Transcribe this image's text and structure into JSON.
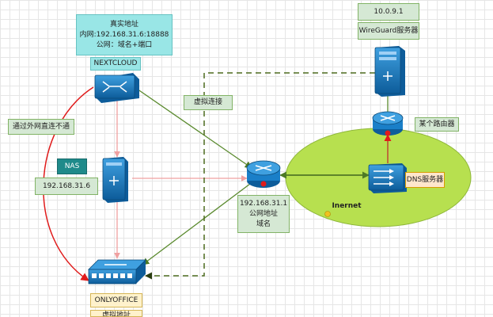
{
  "nodes": {
    "real_address": {
      "lines": [
        "真实地址",
        "内网:192.168.31.6:18888",
        "公网：域名+端口"
      ]
    },
    "nextcloud": {
      "label": "NEXTCLOUD"
    },
    "nas": {
      "label": "NAS"
    },
    "nas_ip": {
      "label": "192.168.31.6"
    },
    "router_info": {
      "lines": [
        "192.168.31.1",
        "公网地址",
        "域名"
      ]
    },
    "onlyoffice": {
      "label": "ONLYOFFICE"
    },
    "onlyoffice_virtual": {
      "label": "虚拟地址"
    },
    "wireguard_ip": {
      "label": "10.0.9.1"
    },
    "wireguard_server": {
      "label": "WireGuard服务器"
    },
    "some_router": {
      "label": "某个路由器"
    },
    "dns_server": {
      "label": "DNS服务器"
    },
    "internet": {
      "label": "Inernet"
    }
  },
  "edges": {
    "virtual_connection": {
      "label": "虚拟连接"
    },
    "no_direct_public": {
      "label": "通过外网直连不通"
    }
  },
  "colors": {
    "cyan_fill": "#99e6e6",
    "green_fill": "#d5e8d4",
    "nas_fill": "#1f8a8a",
    "internet_cloud": "#b7e04f",
    "device_blue": "#1a7fc8",
    "edge_green": "#5a8a2e",
    "edge_red": "#e01b1b",
    "edge_pink": "#f0a0a0",
    "edge_dashed": "#4d6b1f"
  }
}
